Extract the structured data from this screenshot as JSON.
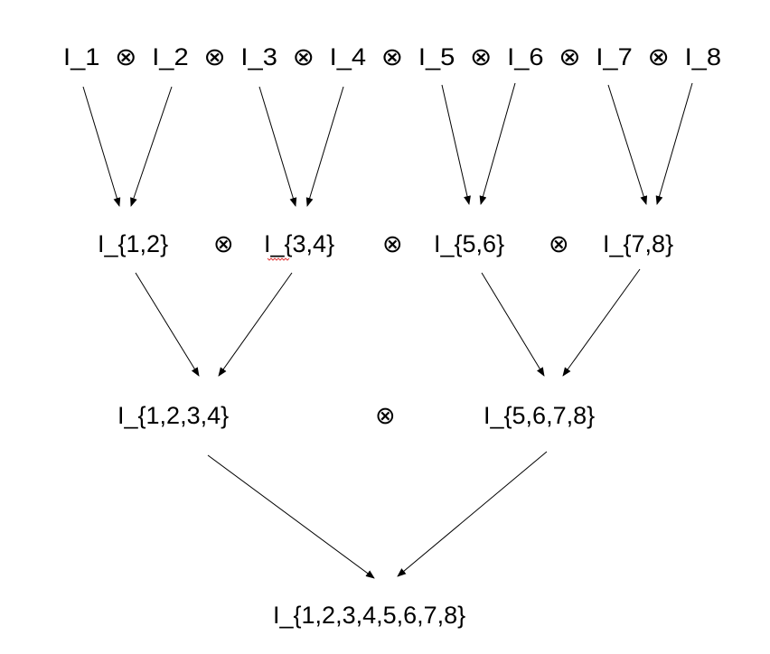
{
  "top_row": {
    "parts": [
      "I_1",
      "⊗",
      "I_2",
      "⊗",
      "I_3",
      "⊗",
      "I_4",
      "⊗",
      "I_5",
      "⊗",
      "I_6",
      "⊗",
      "I_7",
      "⊗",
      "I_8"
    ]
  },
  "level2": {
    "terms": [
      "I_{1,2}",
      "I_{3,4}",
      "I_{5,6}",
      "I_{7,8}"
    ],
    "operators": [
      "⊗",
      "⊗",
      "⊗"
    ]
  },
  "level3": {
    "terms": [
      "I_{1,2,3,4}",
      "I_{5,6,7,8}"
    ],
    "operator": "⊗"
  },
  "result": {
    "term": "I_{1,2,3,4,5,6,7,8}"
  },
  "colors": {
    "text": "#000000",
    "arrows": "#000000",
    "spellcheck_underline": "#e04040"
  }
}
